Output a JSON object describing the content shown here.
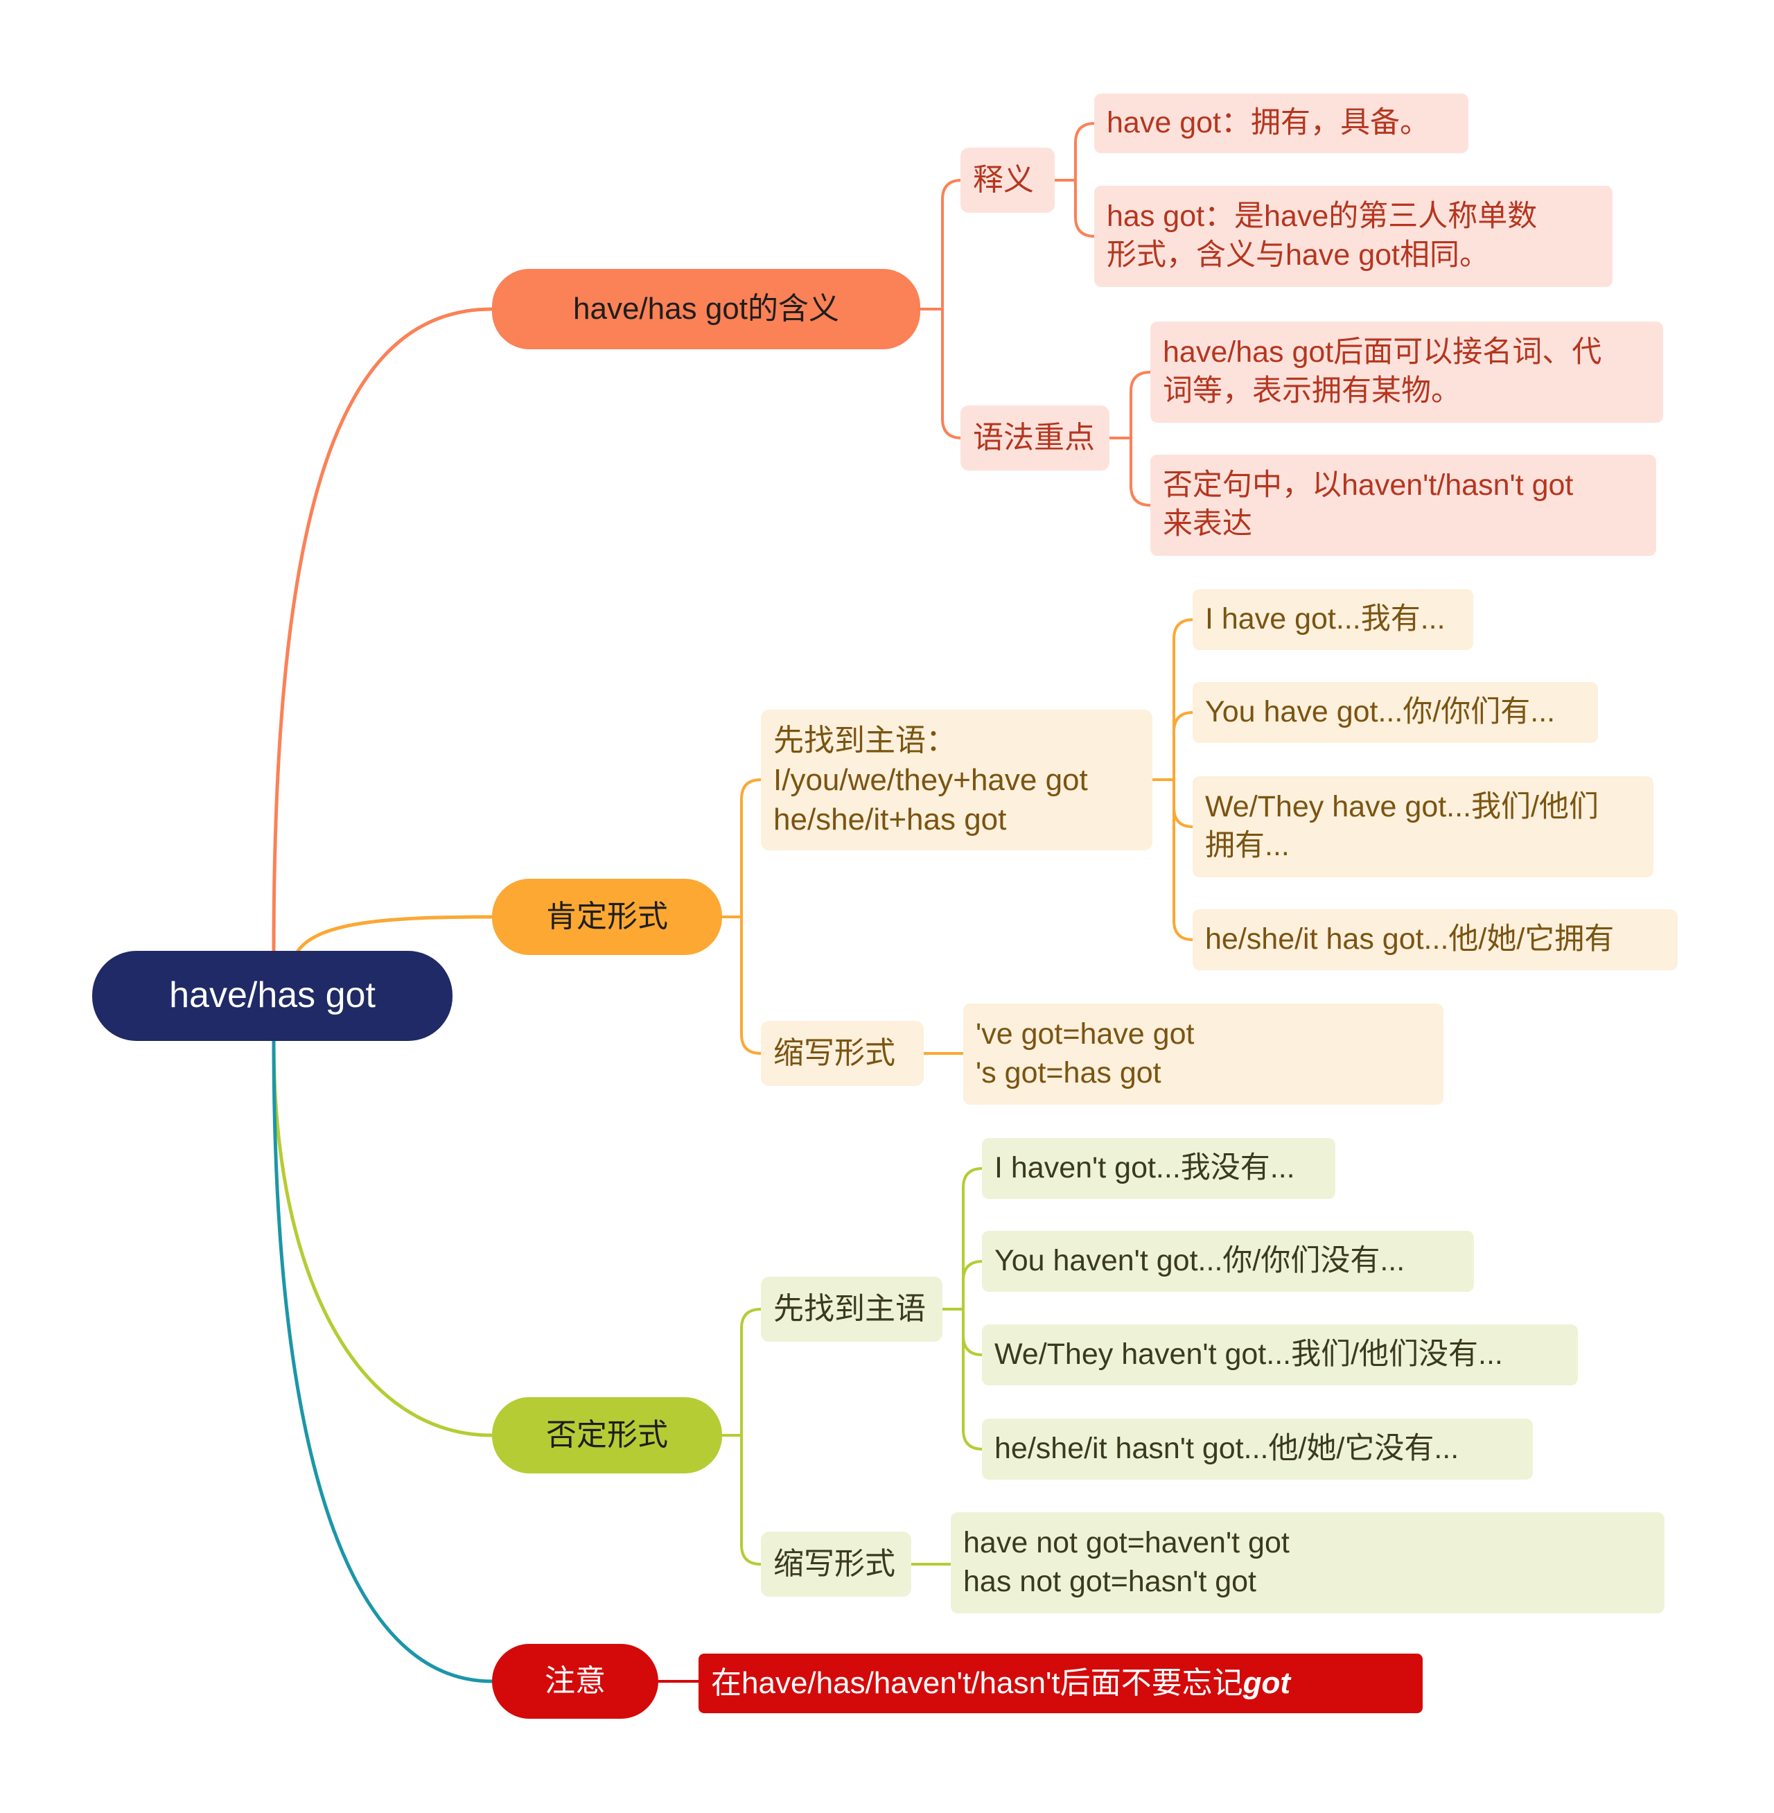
{
  "colors": {
    "root": "#1f2a66",
    "meaning": "#fb8156",
    "affirmative": "#fca833",
    "negative": "#b5cc34",
    "note": "#d40a0a",
    "line_note": "#1b96a8"
  },
  "root": {
    "label": "have/has got"
  },
  "meaning": {
    "label": "have/has got的含义",
    "definition": {
      "label": "释义",
      "items": [
        "have got：拥有，具备。",
        "has got：是have的第三人称单数\n形式，含义与have got相同。"
      ]
    },
    "grammar": {
      "label": "语法重点",
      "items": [
        "have/has got后面可以接名词、代\n词等，表示拥有某物。",
        "否定句中，以haven't/hasn't got\n来表达"
      ]
    }
  },
  "affirmative": {
    "label": "肯定形式",
    "subject": {
      "label": "先找到主语：\nI/you/we/they+have got\nhe/she/it+has got",
      "items": [
        "I have got...我有...",
        "You have got...你/你们有...",
        "We/They have got...我们/他们\n拥有...",
        "he/she/it has got...他/她/它拥有"
      ]
    },
    "contraction": {
      "label": "缩写形式",
      "items": [
        "'ve got=have got\n's got=has got"
      ]
    }
  },
  "negative": {
    "label": "否定形式",
    "subject": {
      "label": "先找到主语",
      "items": [
        "I haven't got...我没有...",
        "You haven't got...你/你们没有...",
        "We/They haven't got...我们/他们没有...",
        "he/she/it hasn't got...他/她/它没有..."
      ]
    },
    "contraction": {
      "label": "缩写形式",
      "items": [
        "have not got=haven't got\nhas not got=hasn't got"
      ]
    }
  },
  "note": {
    "label": "注意",
    "text": "在have/has/haven't/hasn't后面不要忘记",
    "emphasis": "got"
  }
}
